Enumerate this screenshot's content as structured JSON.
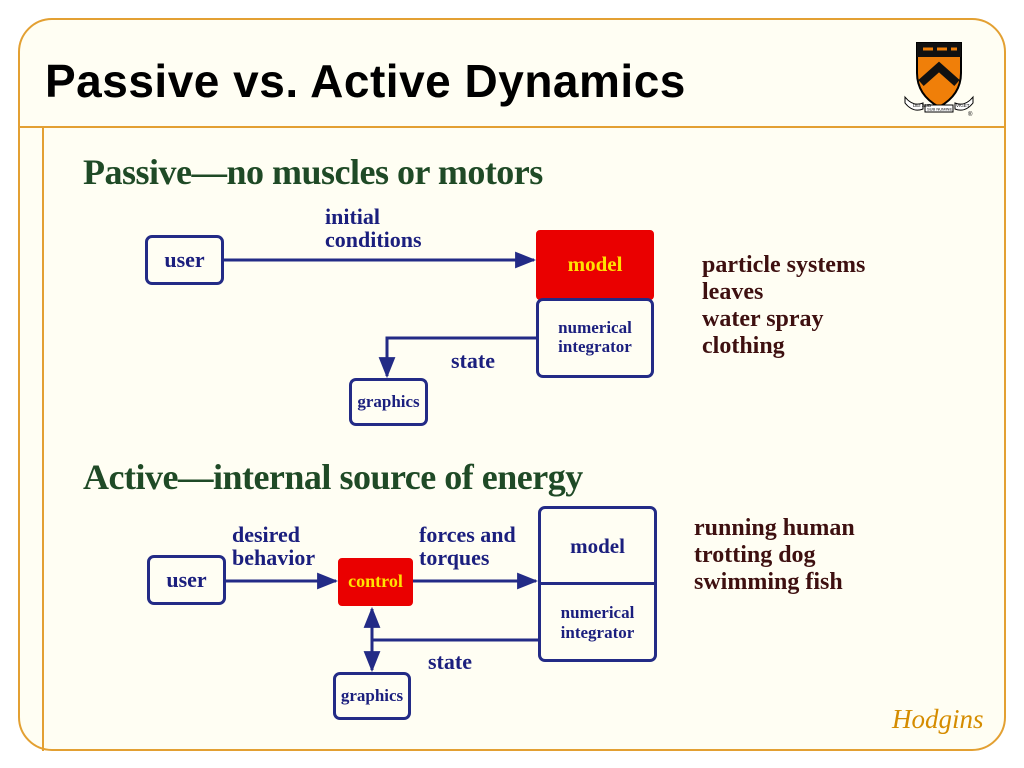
{
  "slide": {
    "title": "Passive vs. Active Dynamics",
    "credit": "Hodgins",
    "logo": {
      "icon": "princeton-shield-icon",
      "motto_left": "DEI SUB",
      "motto_center": "SUB NUMINE",
      "motto_right": "VIGET",
      "mark": "®"
    }
  },
  "passive": {
    "heading": "Passive––no muscles or motors",
    "user": "user",
    "initial_conditions": [
      "initial",
      "conditions"
    ],
    "model": "model",
    "integrator": [
      "numerical",
      "integrator"
    ],
    "state": "state",
    "graphics": "graphics",
    "examples": [
      "particle systems",
      "leaves",
      "water spray",
      "clothing"
    ]
  },
  "active": {
    "heading": "Active––internal source of energy",
    "user": "user",
    "desired_behavior": [
      "desired",
      "behavior"
    ],
    "control": "control",
    "forces_torques": [
      "forces and",
      "torques"
    ],
    "model": "model",
    "integrator": [
      "numerical",
      "integrator"
    ],
    "state": "state",
    "graphics": "graphics",
    "examples": [
      "running human",
      "trotting dog",
      "swimming fish"
    ]
  },
  "colors": {
    "frame": "#e3a032",
    "background": "#fffef3",
    "heading": "#1f4a26",
    "diagram": "#232b86",
    "highlight_box": "#ea0000",
    "highlight_text": "#ffe200",
    "examples": "#3e1010",
    "credit": "#d58c00"
  }
}
